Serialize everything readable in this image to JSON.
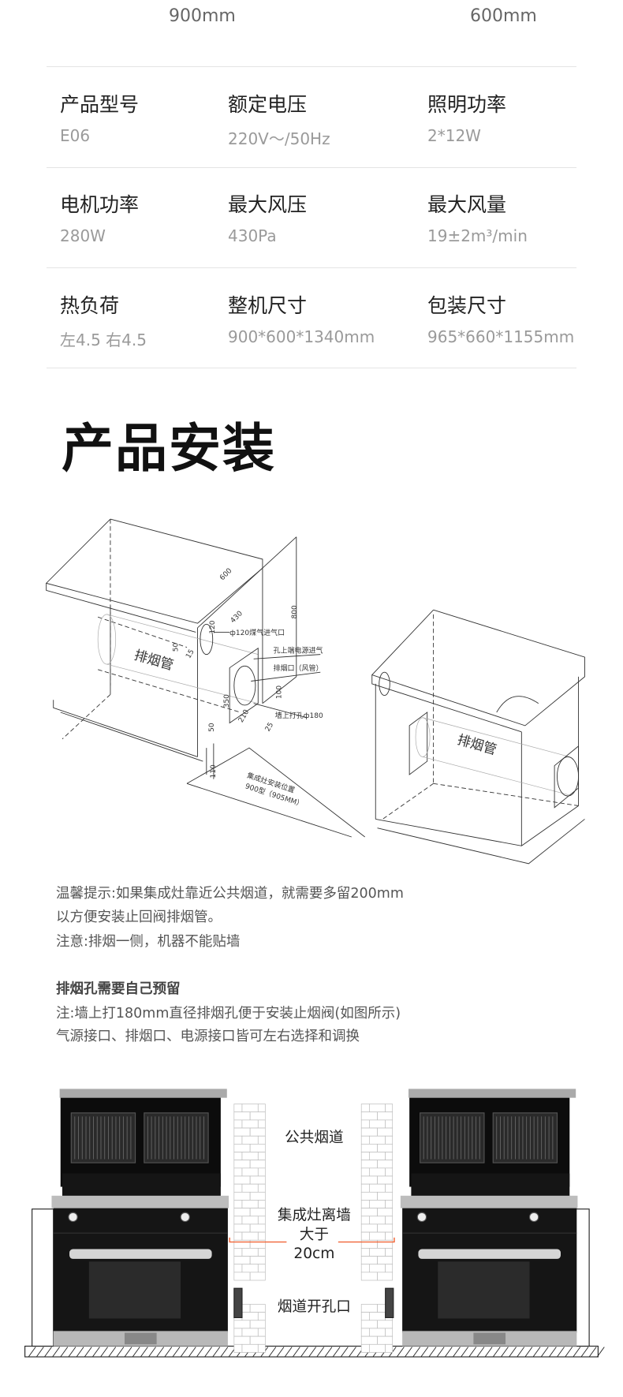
{
  "dimensions": {
    "width_value": "900mm",
    "depth_value": "600mm"
  },
  "specs": [
    {
      "label": "产品型号",
      "value": "E06"
    },
    {
      "label": "额定电压",
      "value": "220V～/50Hz"
    },
    {
      "label": "照明功率",
      "value": "2*12W"
    },
    {
      "label": "电机功率",
      "value": "280W"
    },
    {
      "label": "最大风压",
      "value": "430Pa"
    },
    {
      "label": "最大风量",
      "value": "19±2m³/min"
    },
    {
      "label": "热负荷",
      "value": "左4.5 右4.5"
    },
    {
      "label": "整机尺寸",
      "value": "900*600*1340mm"
    },
    {
      "label": "包装尺寸",
      "value": "965*660*1155mm"
    }
  ],
  "install": {
    "title": "产品安装",
    "diagram": {
      "pipe_label": "排烟管",
      "d600": "600",
      "d430": "430",
      "d120": "120",
      "d50a": "50",
      "d15": "15",
      "d800": "800",
      "gas_inlet": "ф120煤气进气口",
      "power_inlet": "孔上端电源进气",
      "exhaust_port": "排烟口（风管）",
      "d100": "100",
      "d350": "350",
      "d210": "210",
      "wall_hole": "墙上打孔ф180",
      "d25": "25",
      "d50b": "50",
      "d110": "110",
      "position_label": "集成灶安装位置",
      "model_label": "900型（905MM）"
    },
    "notes": [
      "温馨提示:如果集成灶靠近公共烟道，就需要多留200mm",
      "以方便安装止回阀排烟管。",
      "注意:排烟一侧，机器不能贴墙"
    ],
    "notes2_heading": "排烟孔需要自己预留",
    "notes2": [
      "注:墙上打180mm直径排烟孔便于安装止烟阀(如图所示)",
      "气源接口、排烟口、电源接口皆可左右选择和调换"
    ],
    "illustration": {
      "public_flue": "公共烟道",
      "distance_line1": "集成灶离墙",
      "distance_line2": "大于",
      "distance_line3": "20cm",
      "flue_opening": "烟道开孔口",
      "accent_color": "#f05a28"
    }
  }
}
